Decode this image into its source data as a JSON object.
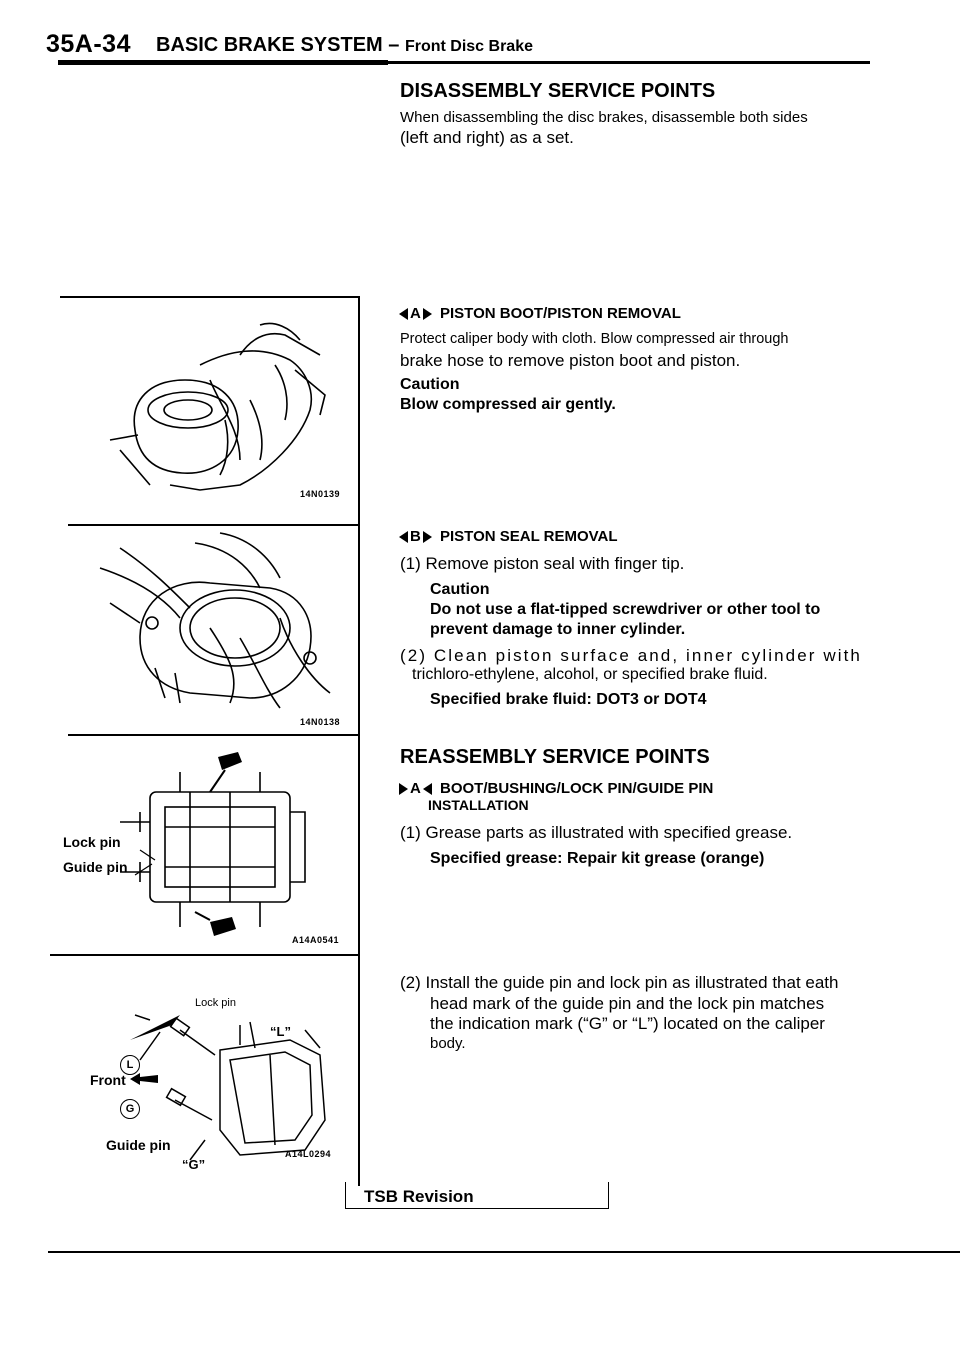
{
  "header": {
    "code": "35A-34",
    "title": "BASIC BRAKE SYSTEM",
    "dash": "–",
    "subtitle": "Front Disc Brake"
  },
  "disassembly": {
    "heading": "DISASSEMBLY SERVICE POINTS",
    "intro_line1": "When disassembling the disc brakes, disassemble both sides",
    "intro_line2": "(left and right) as a set.",
    "step_a": {
      "badge": "A",
      "title": "PISTON BOOT/PISTON REMOVAL",
      "line1": "Protect caliper body with cloth. Blow compressed air through",
      "line2": "brake hose to remove piston boot and piston.",
      "caution_label": "Caution",
      "caution_text": "Blow compressed air gently."
    },
    "step_b": {
      "badge": "B",
      "title": "PISTON SEAL REMOVAL",
      "item1": "(1) Remove piston seal with finger tip.",
      "caution_label": "Caution",
      "caution_line1": "Do not use a flat-tipped screwdriver or other tool to",
      "caution_line2": "prevent damage to inner cylinder.",
      "item2_line1": "(2) Clean piston surface and, inner cylinder with",
      "item2_line2": "trichloro-ethylene, alcohol, or specified brake fluid.",
      "spec": "Specified brake fluid: DOT3 or DOT4"
    }
  },
  "reassembly": {
    "heading": "REASSEMBLY SERVICE POINTS",
    "step_a": {
      "badge": "A",
      "title_line1": "BOOT/BUSHING/LOCK PIN/GUIDE PIN",
      "title_line2": "INSTALLATION",
      "item1": "(1) Grease parts as illustrated with specified grease.",
      "spec": "Specified grease: Repair kit grease (orange)",
      "item2_line1": "(2) Install the guide pin and lock pin as illustrated that eath",
      "item2_line2": "head mark of the guide pin and the lock pin matches",
      "item2_line3": "the indication mark (“G” or “L”) located on the caliper",
      "item2_line4": "body."
    }
  },
  "figures": {
    "fig1_code": "14N0139",
    "fig2_code": "14N0138",
    "fig3_code": "A14A0541",
    "fig3_lock": "Lock pin",
    "fig3_guide": "Guide pin",
    "fig4_code": "A14L0294",
    "fig4_lock": "Lock pin",
    "fig4_guide": "Guide pin",
    "fig4_front": "Front",
    "fig4_L": "“L”",
    "fig4_G": "“G”",
    "fig4_mark_L": "L",
    "fig4_mark_G": "G"
  },
  "footer": {
    "tsb": "TSB Revision"
  }
}
